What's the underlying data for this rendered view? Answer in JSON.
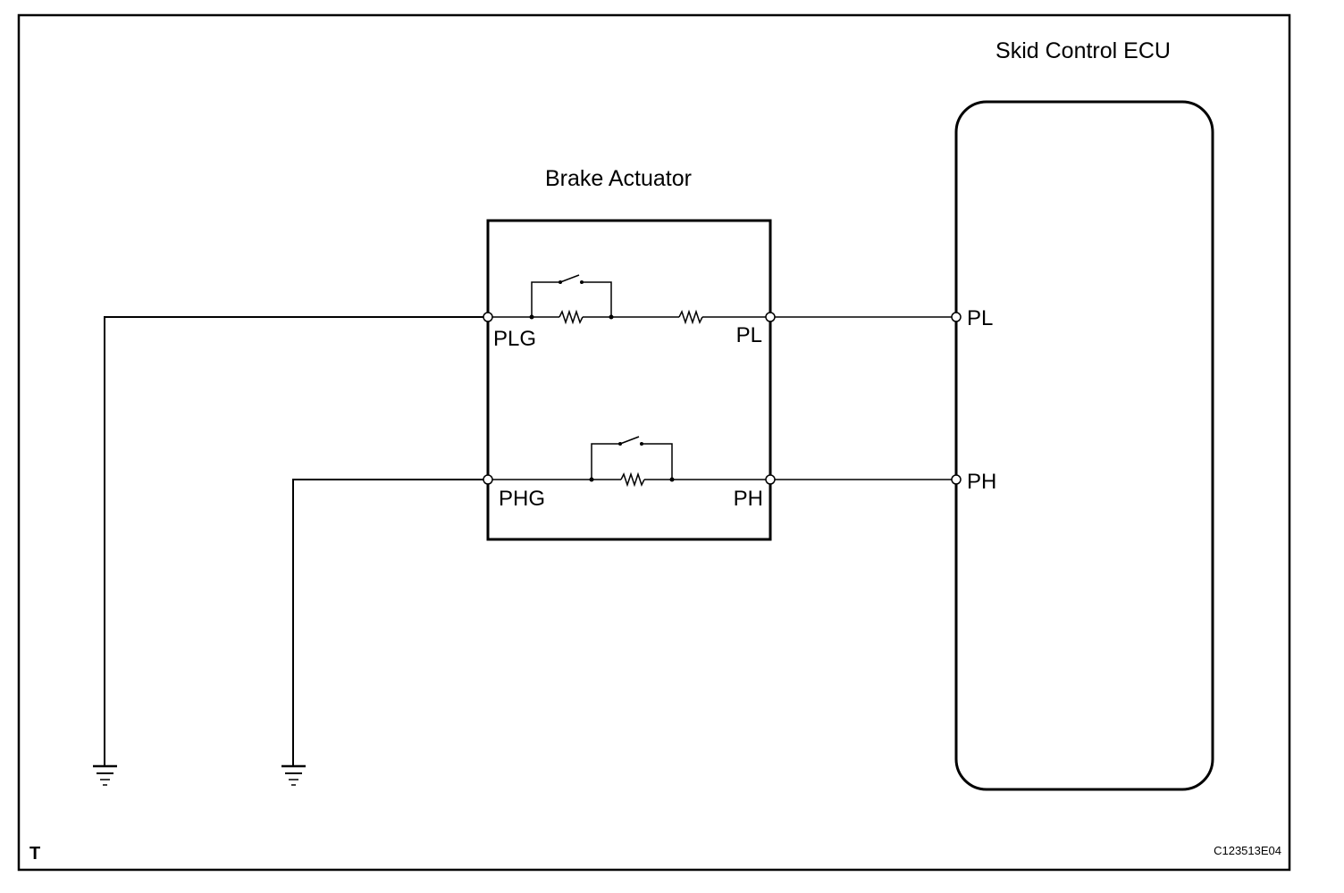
{
  "title_ecu": "Skid Control ECU",
  "title_actuator": "Brake Actuator",
  "actuator_terminals": {
    "plg": "PLG",
    "pl": "PL",
    "phg": "PHG",
    "ph": "PH"
  },
  "ecu_terminals": {
    "pl": "PL",
    "ph": "PH"
  },
  "corner_mark": "T",
  "figure_code": "C123513E04"
}
